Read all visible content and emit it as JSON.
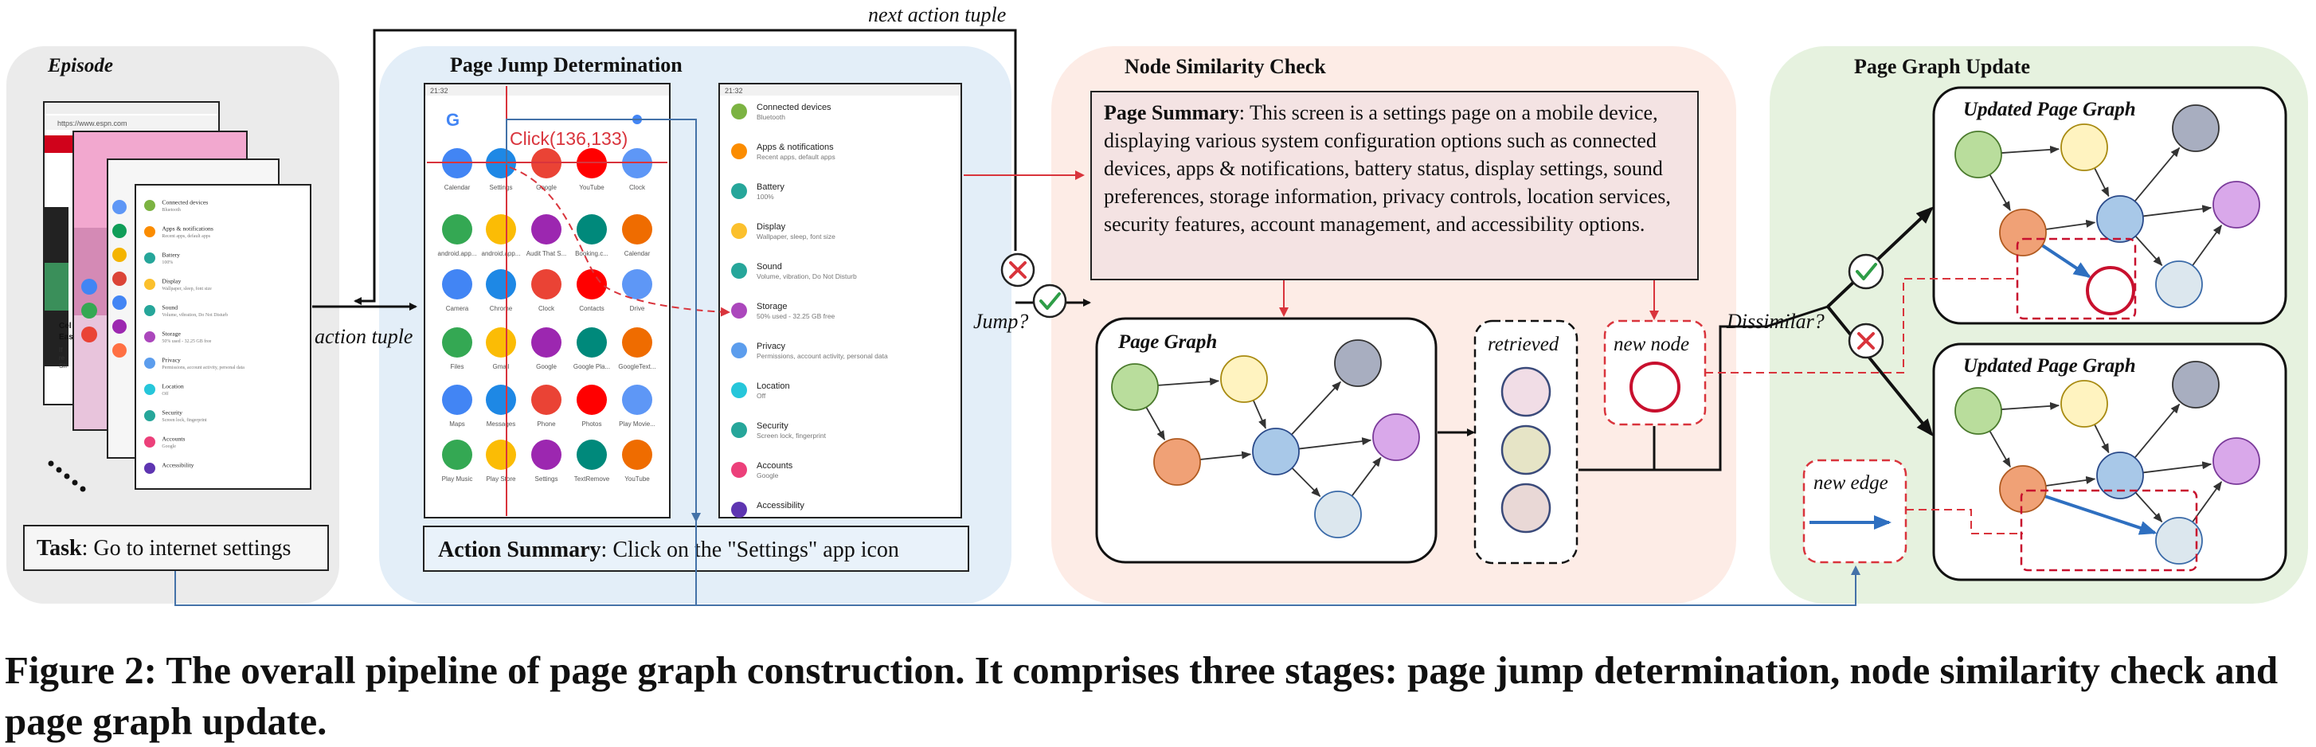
{
  "episode": {
    "title": "Episode",
    "task_label": "Task",
    "task_text": ": Go to internet settings",
    "url": "https://www.espn.com",
    "peek_text": [
      "Cel",
      "Eas",
      "If",
      "re",
      "Sh"
    ]
  },
  "labels": {
    "next_action_tuple": "next action tuple",
    "action_tuple": "action tuple",
    "jump": "Jump?",
    "dissimilar": "Dissimilar?",
    "retrieved": "retrieved",
    "new_node": "new node",
    "new_edge": "new edge"
  },
  "page_jump": {
    "title": "Page Jump Determination",
    "click_text": "Click(136,133)",
    "action_summary_label": "Action Summary",
    "action_summary_text": ": Click on the \"Settings\" app icon",
    "status_time": "21:32",
    "home_apps": [
      [
        "Calendar",
        "Settings",
        "Google",
        "YouTube",
        "Clock"
      ],
      [
        "android.app...",
        "android.app...",
        "Audit That S...",
        "Booking.c...",
        "Calendar"
      ],
      [
        "Camera",
        "Chrome",
        "Clock",
        "Contacts",
        "Drive"
      ],
      [
        "Files",
        "Gmail",
        "Google",
        "Google Pla...",
        "GoogleText..."
      ],
      [
        "Maps",
        "Messages",
        "Phone",
        "Photos",
        "Play Movie..."
      ],
      [
        "Play Music",
        "Play Store",
        "Settings",
        "TextRemove",
        "YouTube"
      ]
    ],
    "settings_items": [
      {
        "title": "Connected devices",
        "sub": "Bluetooth",
        "color": "#7cb342"
      },
      {
        "title": "Apps & notifications",
        "sub": "Recent apps, default apps",
        "color": "#fb8c00"
      },
      {
        "title": "Battery",
        "sub": "100%",
        "color": "#26a69a"
      },
      {
        "title": "Display",
        "sub": "Wallpaper, sleep, font size",
        "color": "#fbc02d"
      },
      {
        "title": "Sound",
        "sub": "Volume, vibration, Do Not Disturb",
        "color": "#26a69a"
      },
      {
        "title": "Storage",
        "sub": "50% used - 32.25 GB free",
        "color": "#ab47bc"
      },
      {
        "title": "Privacy",
        "sub": "Permissions, account activity, personal data",
        "color": "#5c9ded"
      },
      {
        "title": "Location",
        "sub": "Off",
        "color": "#26c6da"
      },
      {
        "title": "Security",
        "sub": "Screen lock, fingerprint",
        "color": "#26a69a"
      },
      {
        "title": "Accounts",
        "sub": "Google",
        "color": "#ec407a"
      },
      {
        "title": "Accessibility",
        "sub": "",
        "color": "#5e35b1"
      }
    ]
  },
  "node_similarity": {
    "title": "Node Similarity Check",
    "page_summary_label": "Page Summary",
    "page_summary_text": ": This screen is a settings page on a mobile device, displaying various system configuration options such as connected devices, apps & notifications, battery status, display settings, sound preferences, storage information, privacy controls, location services, security features, account management, and accessibility options.",
    "page_graph_title": "Page Graph"
  },
  "graph_update": {
    "title": "Page Graph Update",
    "updated_title_1": "Updated Page Graph",
    "updated_title_2": "Updated Page Graph"
  },
  "colors": {
    "episode_bg": "#ebebeb",
    "jump_bg": "#e3eef8",
    "similarity_bg": "#fdece6",
    "update_bg": "#e6f2df",
    "node_green": "#b9dd9c",
    "node_yellow": "#fff3c0",
    "node_slate": "#a8aec0",
    "node_orange": "#f0a176",
    "node_blue": "#a8c8e8",
    "node_purple": "#d9a8ea",
    "node_lightblue": "#dce7ee",
    "highlight_red": "#c8102e",
    "highlight_blue": "#2e6fc0"
  },
  "caption": "Figure 2: The overall pipeline of page graph construction. It comprises three stages: page jump determination, node similarity check and page graph update."
}
